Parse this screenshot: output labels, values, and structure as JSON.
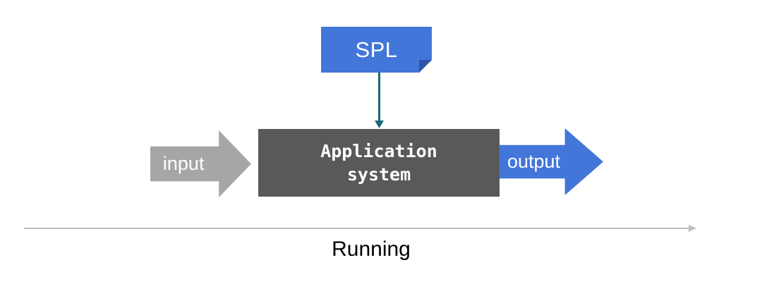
{
  "diagram": {
    "spl_note": {
      "label": "SPL",
      "fill": "#4276d9",
      "fold_fill": "#2b55a8",
      "text_color": "#ffffff"
    },
    "connector": {
      "color": "#17697a",
      "direction": "down"
    },
    "app_box": {
      "line1": "Application",
      "line2": "system",
      "fill": "#595959",
      "text_color": "#ffffff"
    },
    "input_arrow": {
      "label": "input",
      "fill": "#a6a6a6",
      "text_color": "#ffffff",
      "direction": "right"
    },
    "output_arrow": {
      "label": "output",
      "fill": "#4276d9",
      "text_color": "#ffffff",
      "direction": "right"
    },
    "timeline": {
      "label": "Running",
      "line_color": "#bfbfbf",
      "label_color": "#000000",
      "direction": "right"
    }
  }
}
